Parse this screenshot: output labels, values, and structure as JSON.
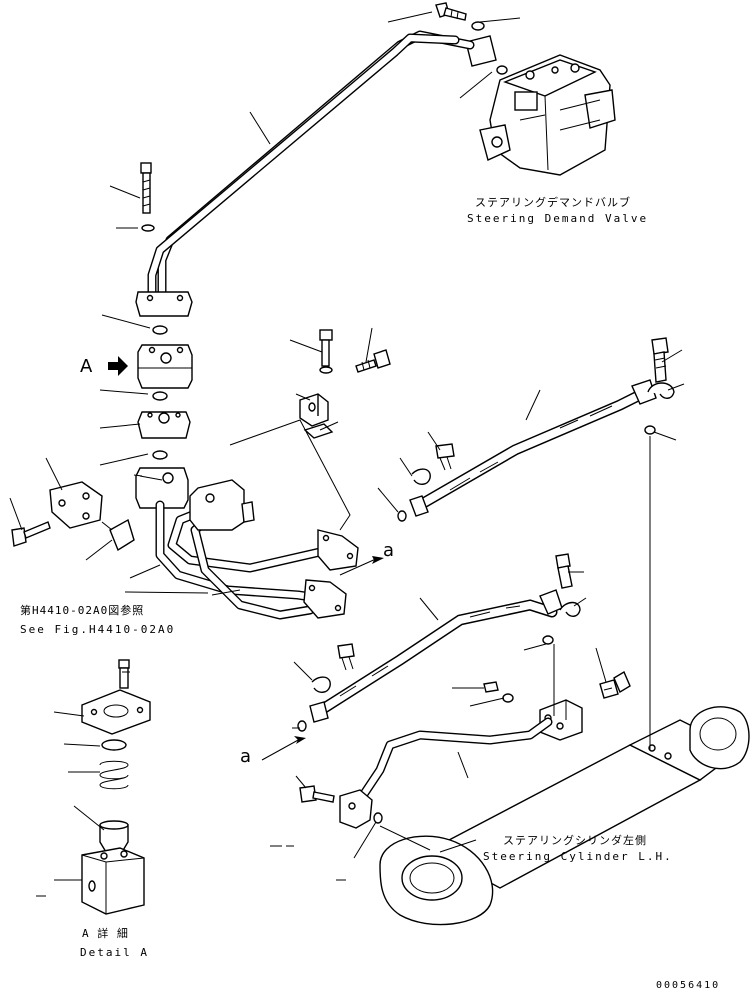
{
  "labels": {
    "steering_demand_valve_jp": "ステアリングデマンドバルブ",
    "steering_demand_valve_en": "Steering Demand Valve",
    "steering_cylinder_jp": "ステアリングシリンダ左側",
    "steering_cylinder_en": "Steering Cylinder L.H.",
    "see_fig_jp": "第H4410-02A0図参照",
    "see_fig_en": "See Fig.H4410-02A0",
    "detail_jp": "A 詳 細",
    "detail_en": "Detail A",
    "callout_A": "A",
    "callout_a_upper": "a",
    "callout_a_lower": "a",
    "drawing_number": "00056410"
  }
}
